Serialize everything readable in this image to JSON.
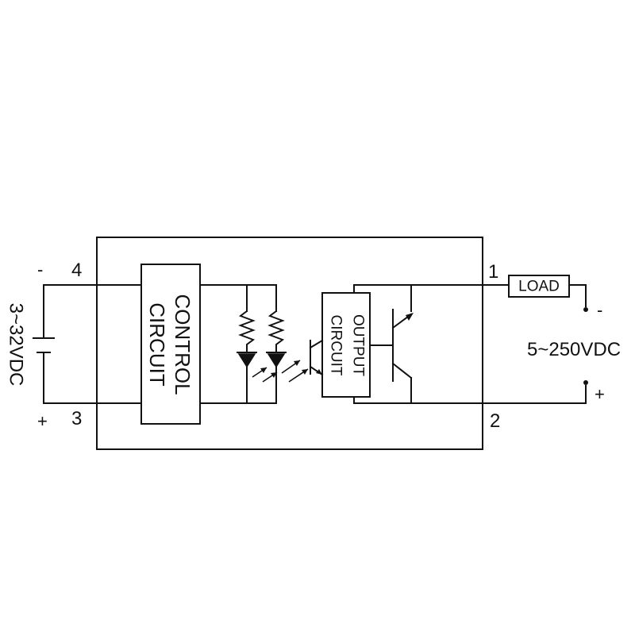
{
  "labels": {
    "control_line1": "CONTROL",
    "control_line2": "CIRCUIT",
    "output_line1": "OUTPUT",
    "output_line2": "CIRCUIT",
    "load": "LOAD",
    "input_voltage": "3~32VDC",
    "output_voltage": "5~250VDC"
  },
  "terminals": {
    "t1": "1",
    "t2": "2",
    "t3": "3",
    "t4": "4"
  },
  "polarity": {
    "input_top": "-",
    "input_bottom": "+",
    "output_top": "-",
    "output_bottom": "+"
  }
}
